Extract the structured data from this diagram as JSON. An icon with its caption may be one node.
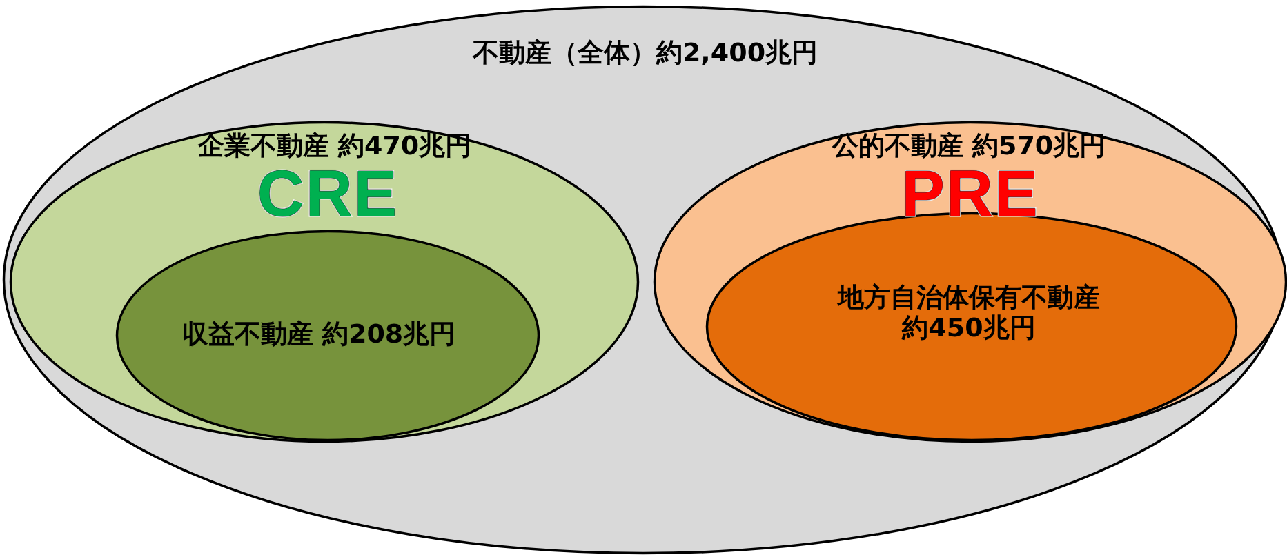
{
  "diagram": {
    "nodes": [
      {
        "text": [
          "不動産（全体）約2,400兆円"
        ]
      },
      {
        "text": [
          "企業不動産 約470兆円",
          "CRE"
        ],
        "in": 0
      },
      {
        "text": [
          "収益不動産 約208兆円"
        ],
        "in": 1
      },
      {
        "text": [
          "公的不動産 約570兆円",
          "PRE"
        ],
        "in": 0
      },
      {
        "text": [
          "地方自治体保有不動産約450兆円"
        ],
        "in": 3
      }
    ]
  }
}
